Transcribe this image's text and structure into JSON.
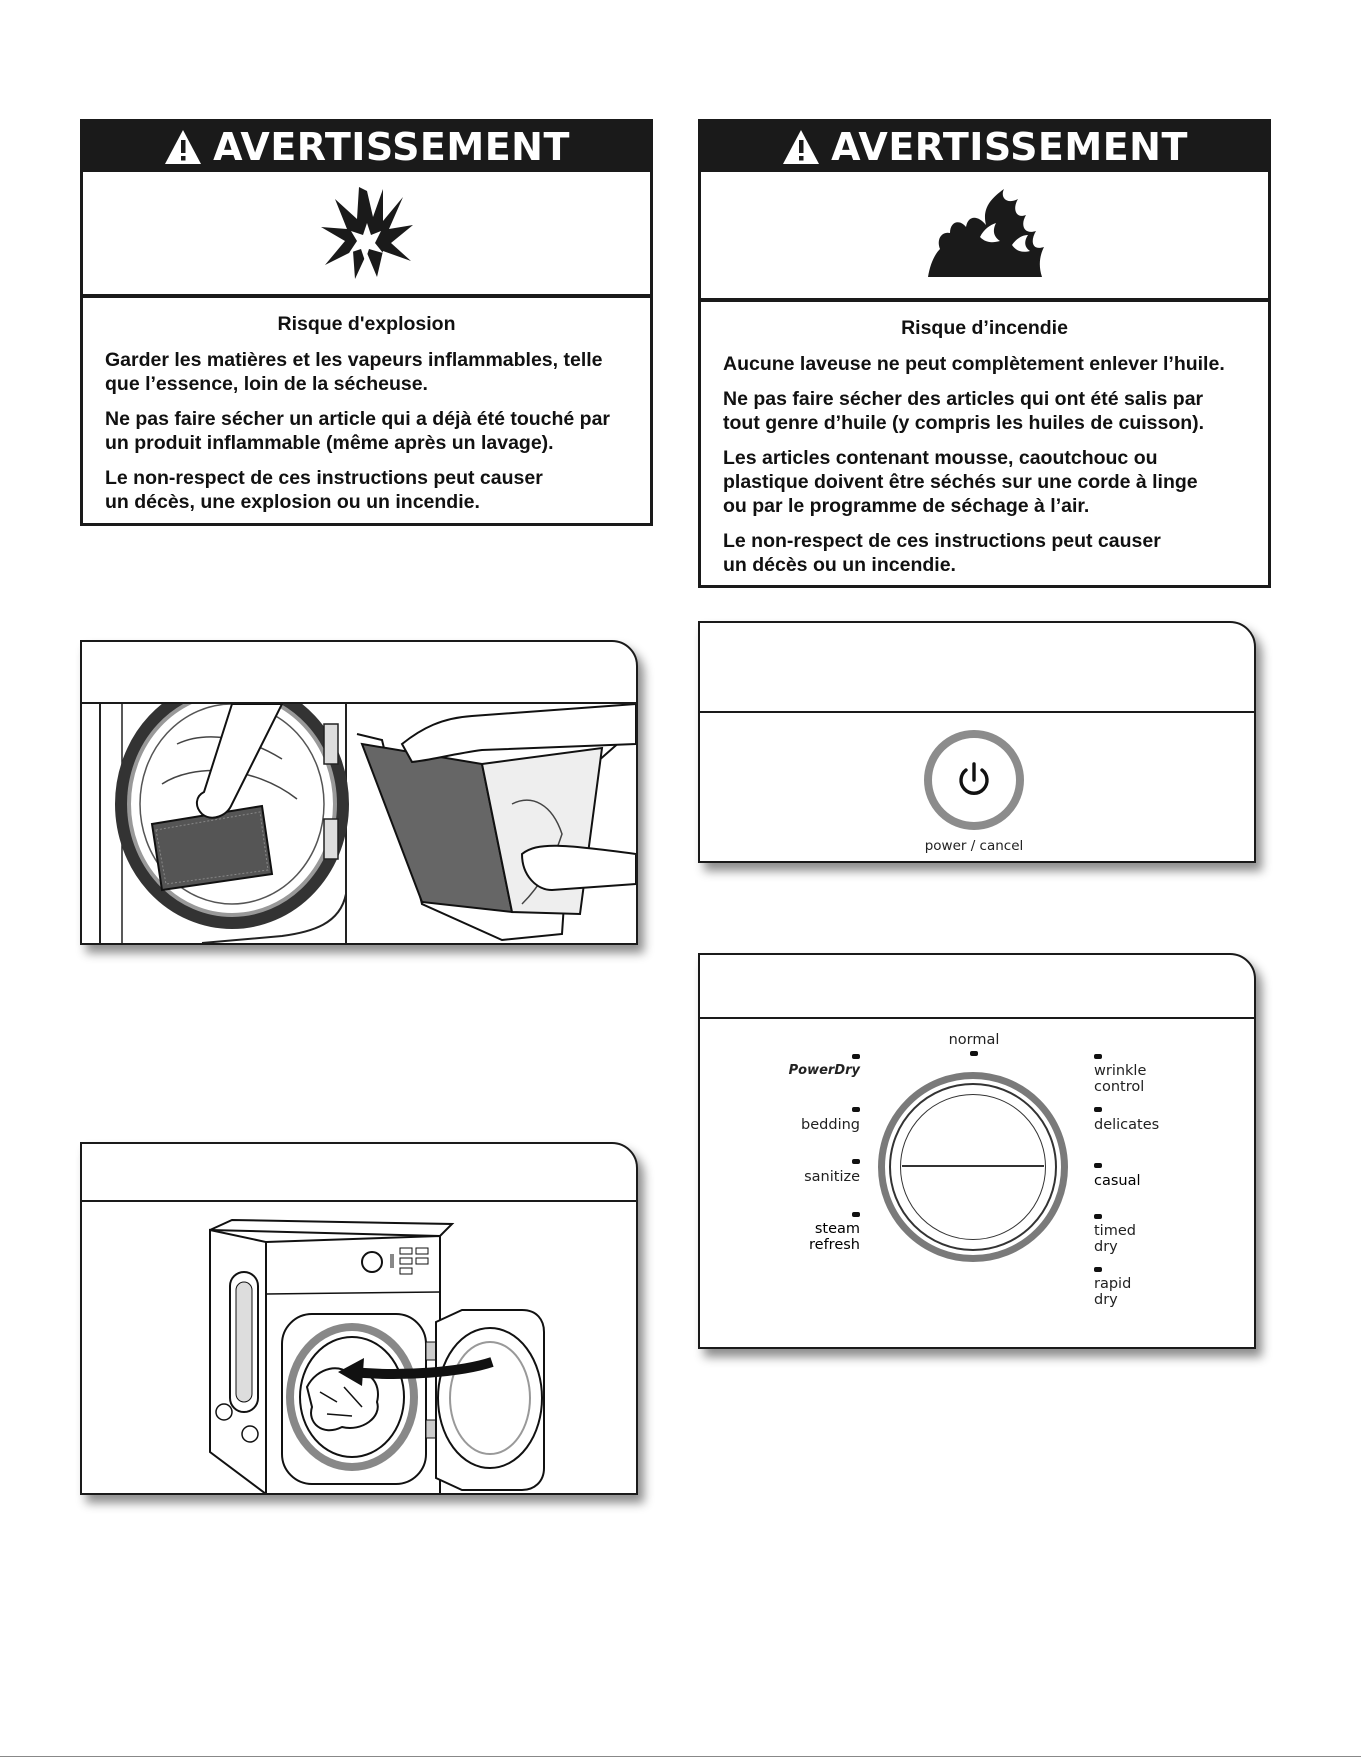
{
  "warnings": [
    {
      "title": "AVERTISSEMENT",
      "icon": "explosion-icon",
      "risk": "Risque d'explosion",
      "paragraphs": [
        "Garder les matières et les vapeurs inflammables, telle\nque l’essence, loin de la sécheuse.",
        "Ne pas faire sécher un article qui a déjà été touché par\nun produit inflammable (même après un lavage).",
        "Le non-respect de ces instructions peut causer\nun décès, une explosion ou un incendie."
      ]
    },
    {
      "title": "AVERTISSEMENT",
      "icon": "fire-icon",
      "risk": "Risque d’incendie",
      "paragraphs": [
        "Aucune laveuse ne peut complètement enlever l’huile.",
        "Ne pas faire sécher des articles qui ont été salis par\ntout genre d’huile (y compris les huiles de cuisson).",
        "Les articles contenant mousse, caoutchouc ou\nplastique doivent être séchés sur une corde à linge\nou par le programme de séchage à l’air.",
        "Le non-respect de ces instructions peut causer\nun décès ou un incendie."
      ]
    }
  ],
  "power_panel": {
    "button_label": "power / cancel"
  },
  "cycle_panel": {
    "top": "normal",
    "left": [
      "PowerDry",
      "bedding",
      "sanitize",
      "steam\nrefresh"
    ],
    "right": [
      "wrinkle\ncontrol",
      "delicates",
      "casual",
      "timed\ndry",
      "rapid\ndry"
    ]
  },
  "colors": {
    "ink": "#1a1a1a",
    "dial_ring": "#7a7a7a",
    "power_ring": "#8c8c8c"
  }
}
